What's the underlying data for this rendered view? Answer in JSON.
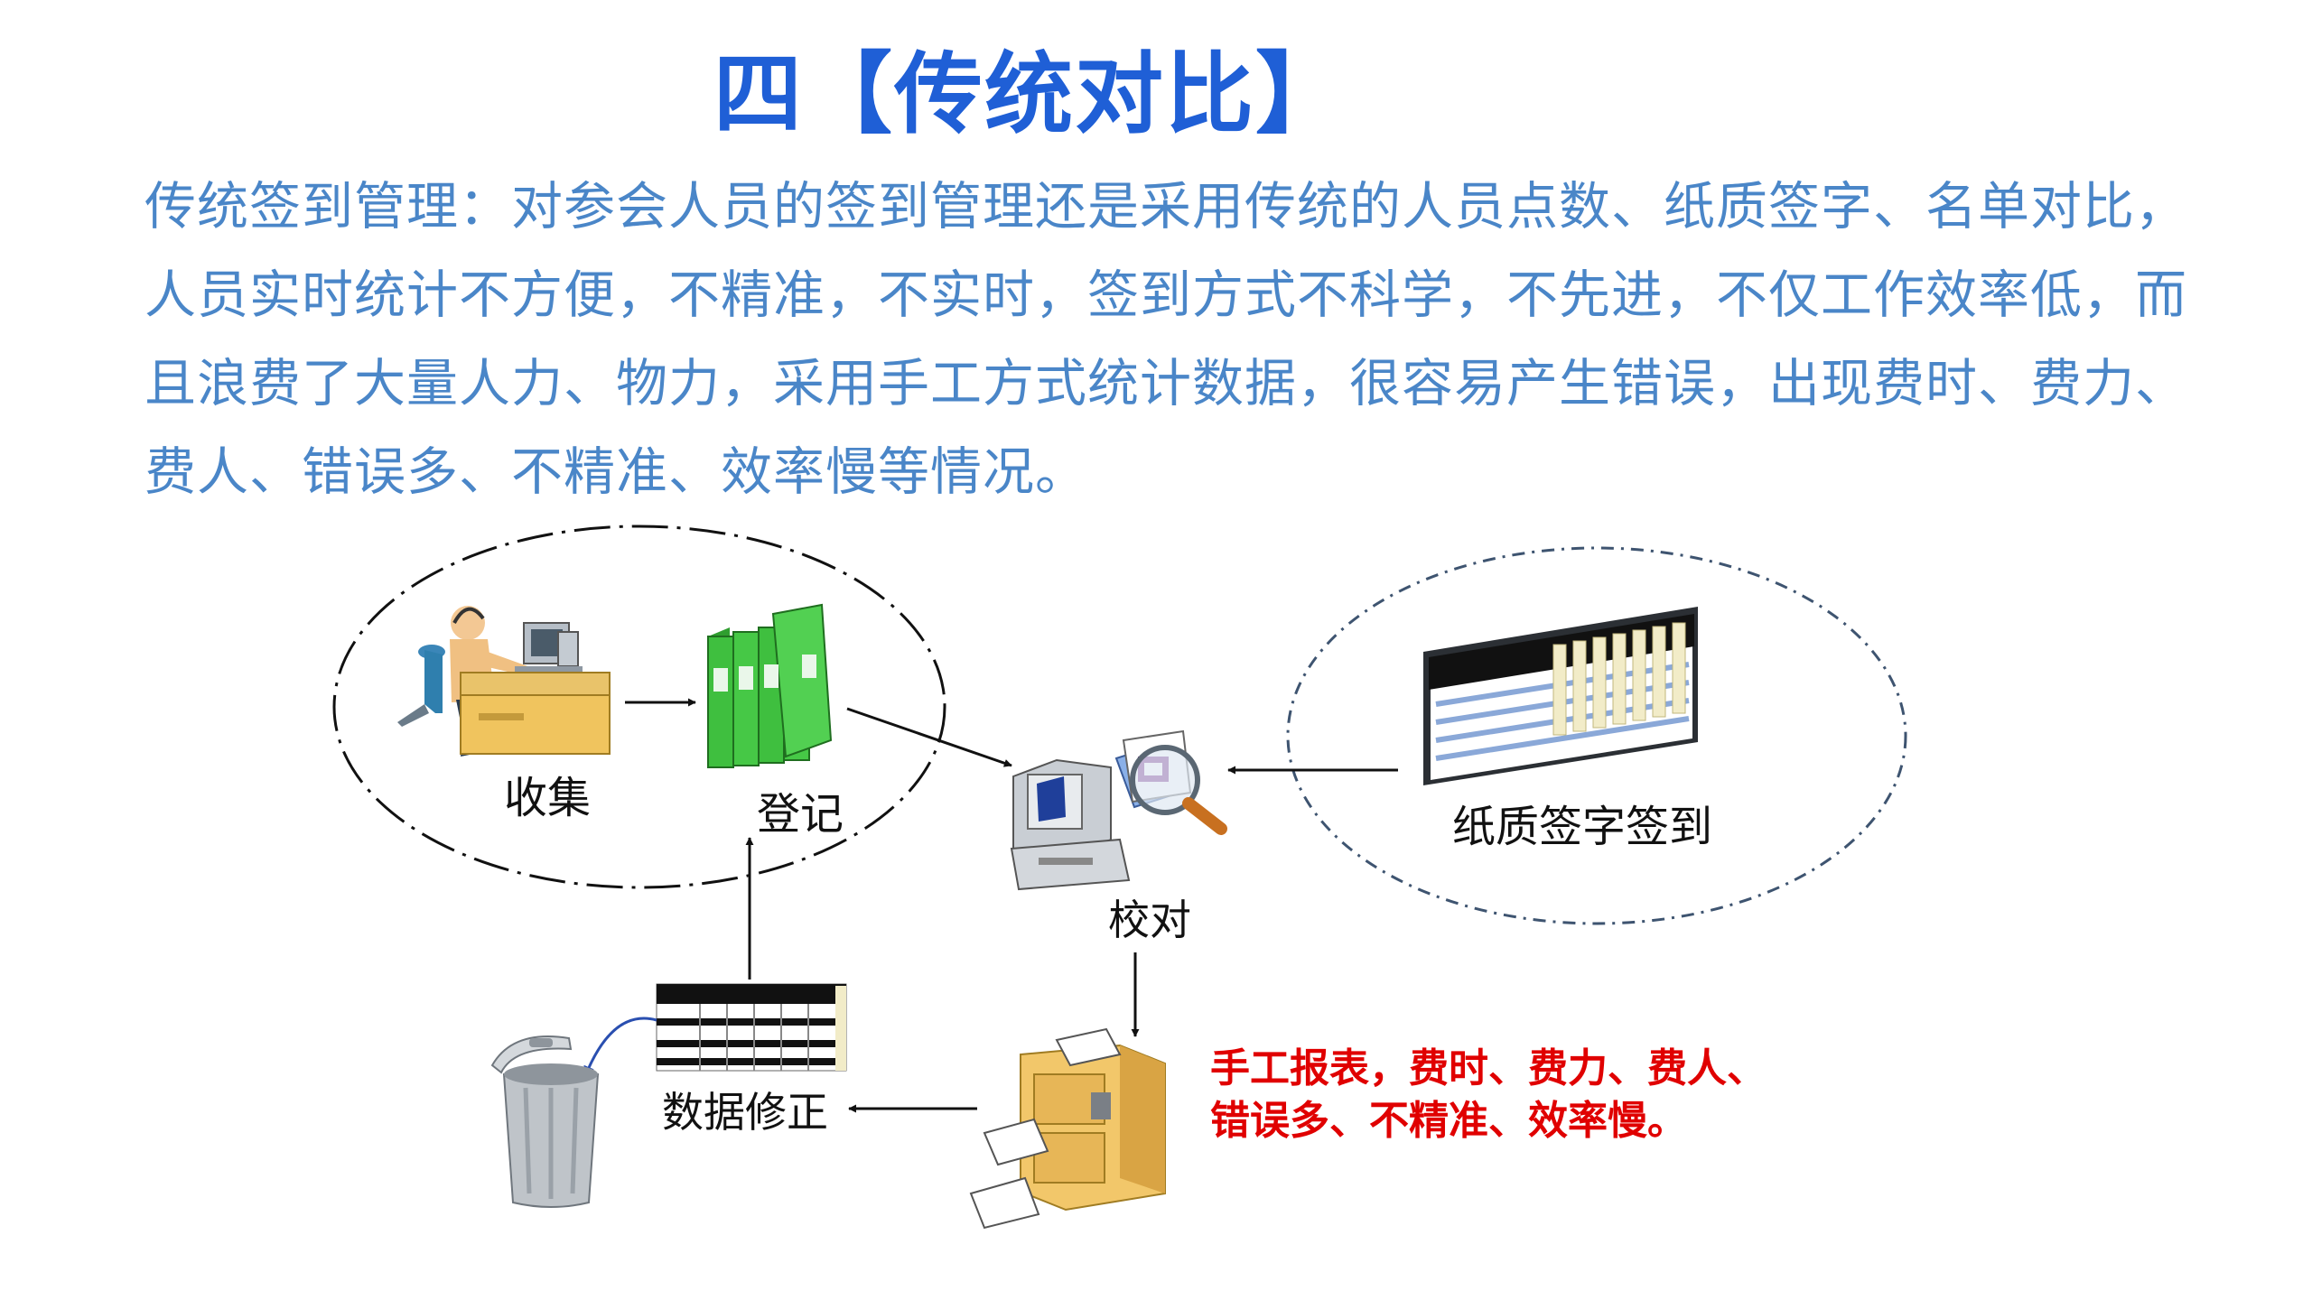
{
  "title": "四【传统对比】",
  "intro": "传统签到管理：对参会人员的签到管理还是采用传统的人员点数、纸质签字、名单对比，人员实时统计不方便，不精准，不实时，签到方式不科学，不先进，不仅工作效率低，而且浪费了大量人力、物力，采用手工方式统计数据，很容易产生错误，出现费时、费力、费人、错误多、不精准、效率慢等情况。",
  "labels": {
    "collect": "收集",
    "register": "登记",
    "proofread": "校对",
    "paper_sign": "纸质签字签到",
    "data_fix": "数据修正"
  },
  "note": {
    "line1": "手工报表，费时、费力、费人、",
    "line2": "错误多、不精准、效率慢。"
  },
  "icons": {
    "collect": "person-at-computer-icon",
    "register": "binders-icon",
    "proofread": "computer-magnifier-icon",
    "paper_sign": "paper-sign-sheet-icon",
    "data_fix": "data-table-icon",
    "trash": "trash-can-icon",
    "archive": "file-cabinet-icon"
  },
  "colors": {
    "title": "#1f5fd6",
    "intro": "#4a86c8",
    "note": "#e00000",
    "arrow": "#111111",
    "blue_curve": "#2a4fb0"
  }
}
